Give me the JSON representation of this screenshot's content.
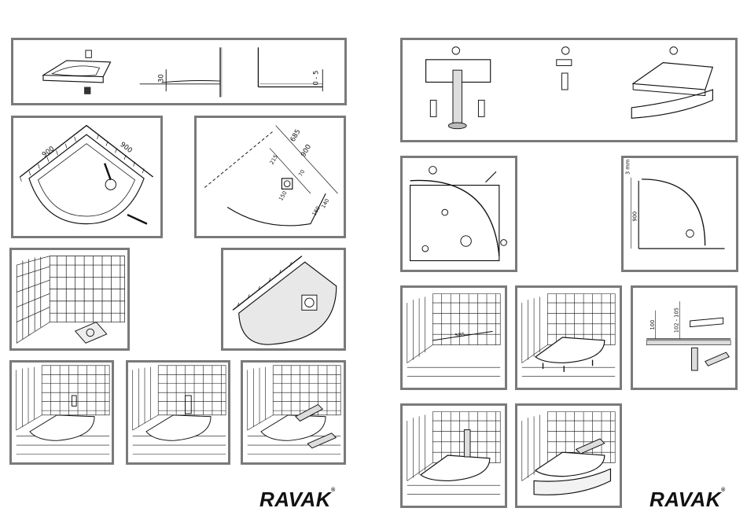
{
  "brand": {
    "name": "RAVAK",
    "mark": "®"
  },
  "left_page": {
    "dimensions": {
      "tray_height": "30",
      "tolerance": "0 - 5",
      "side_a": "900",
      "side_b": "900",
      "diag_685": "685",
      "diag_900": "900",
      "offset_215": "215",
      "offset_70": "70",
      "offset_150": "150",
      "offset_160": "160",
      "offset_140": "140"
    }
  },
  "right_page": {
    "dimensions": {
      "gap_3mm": "3 mm",
      "height_900": "900",
      "dist_585": "585",
      "h_100": "100",
      "h_102_105": "102 - 105"
    }
  }
}
